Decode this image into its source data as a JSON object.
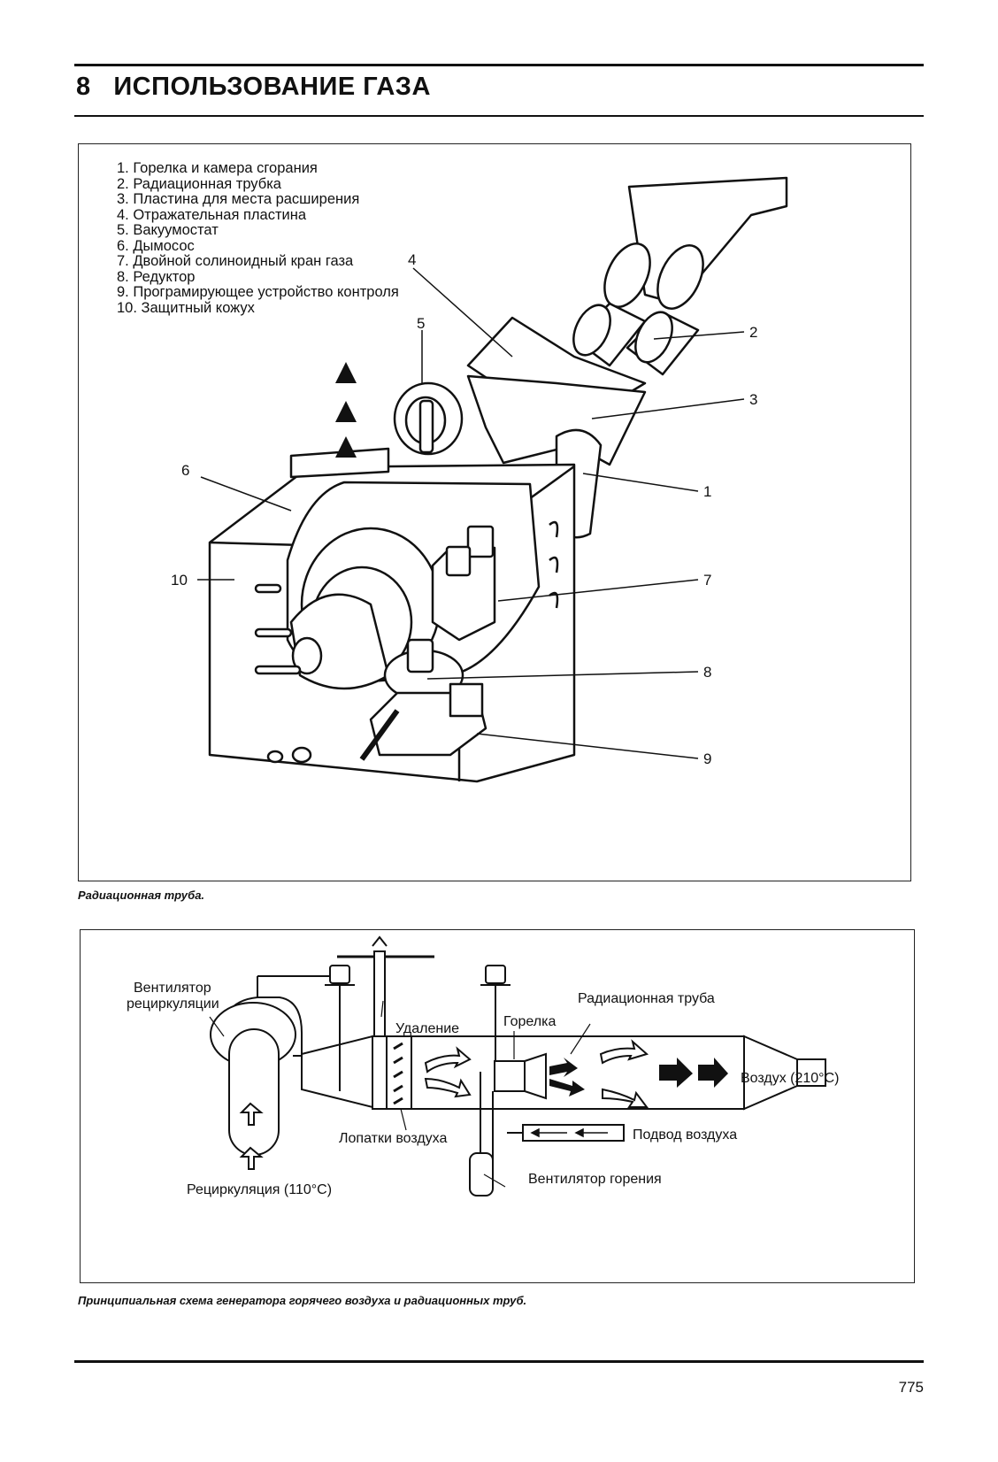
{
  "header": {
    "section_number": "8",
    "section_title": "ИСПОЛЬЗОВАНИЕ ГАЗА"
  },
  "figure1": {
    "legend": [
      "1. Горелка и камера сгорания",
      "2. Радиационная трубка",
      "3. Пластина для места расширения",
      "4. Отражательная пластина",
      "5. Вакуумостат",
      "6. Дымосос",
      "7. Двойной солиноидный кран газа",
      "8. Редуктор",
      "9. Програмирующее устройство контроля",
      "10. Защитный кожух"
    ],
    "callouts": [
      "1",
      "2",
      "3",
      "4",
      "5",
      "6",
      "7",
      "8",
      "9",
      "10"
    ],
    "caption": "Радиационная труба."
  },
  "figure2": {
    "labels": {
      "recirc_fan": "Вентилятор рециркуляции",
      "exhaust": "Удаление",
      "burner": "Горелка",
      "radiant_tube": "Радиационная труба",
      "air_out": "Воздух (210°C)",
      "air_blades": "Лопатки воздуха",
      "air_supply": "Подвод воздуха",
      "recirculation": "Рециркуляция (110°C)",
      "combustion_fan": "Вентилятор горения"
    },
    "caption": "Принципиальная схема генератора горячего воздуха и радиационных труб."
  },
  "footer": {
    "page_number": "775"
  }
}
